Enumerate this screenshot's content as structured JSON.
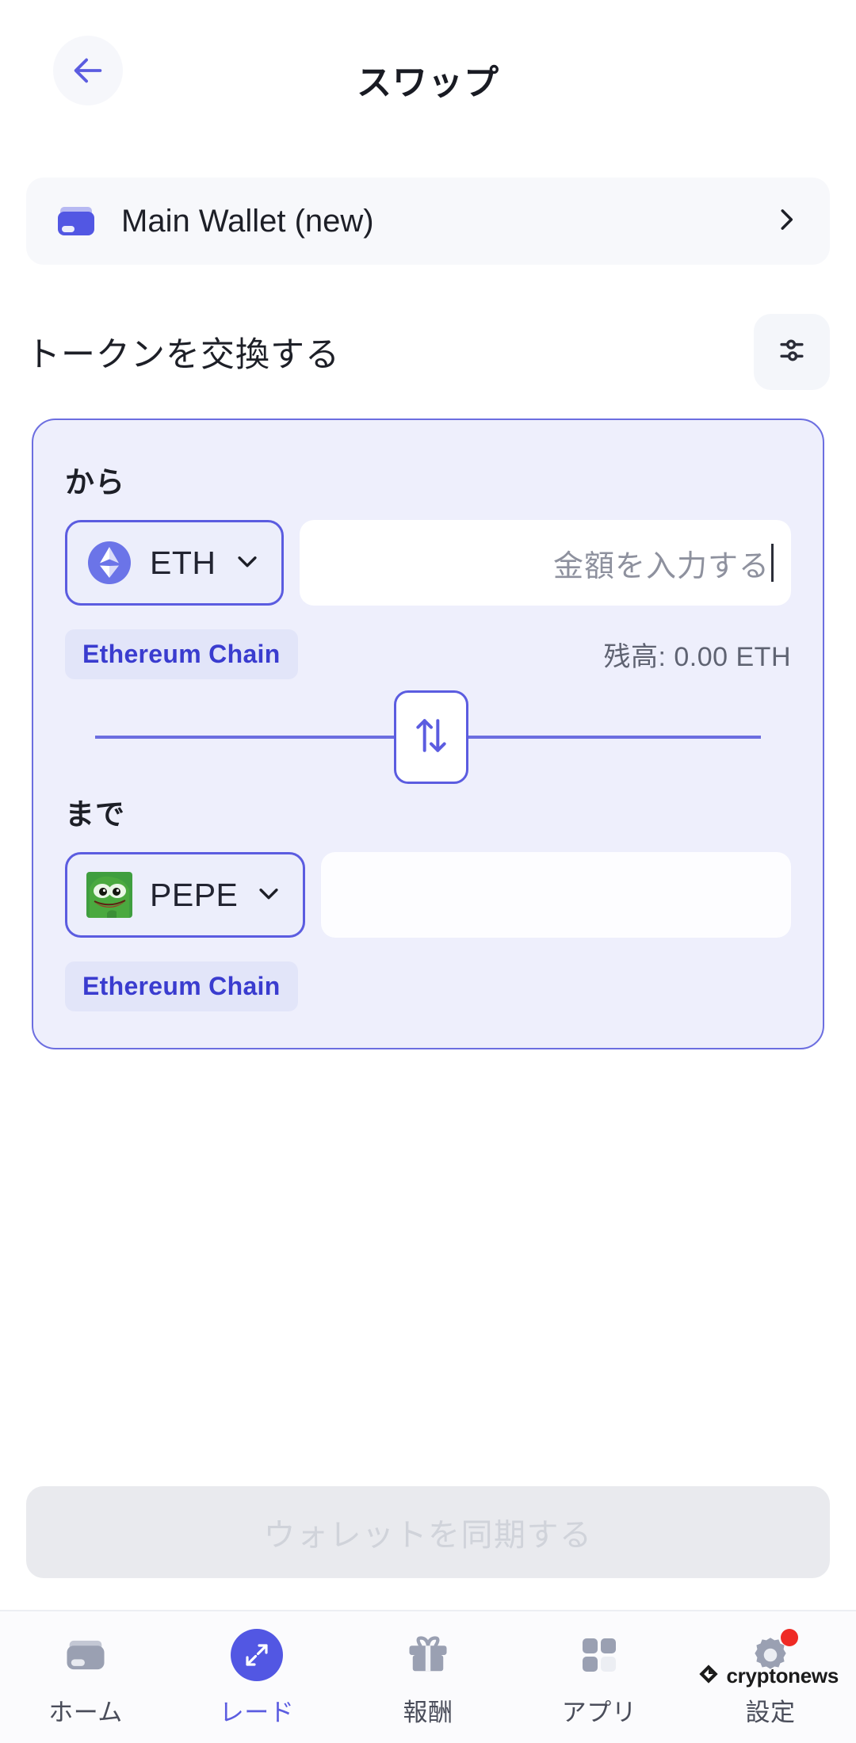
{
  "header": {
    "title": "スワップ",
    "back_icon": "arrow-left-icon"
  },
  "wallet": {
    "name": "Main Wallet (new)",
    "icon": "wallet-icon",
    "chevron": "chevron-right-icon"
  },
  "section": {
    "title": "トークンを交換する",
    "settings_icon": "sliders-settings-icon"
  },
  "swap": {
    "from": {
      "label": "から",
      "token_symbol": "ETH",
      "token_logo": "ethereum-logo-icon",
      "chevron": "chevron-down-icon",
      "amount_value": "",
      "amount_placeholder": "金額を入力する",
      "chain": "Ethereum Chain",
      "balance": "残高: 0.00 ETH"
    },
    "toggle_icon": "swap-vertical-arrows-icon",
    "to": {
      "label": "まで",
      "token_symbol": "PEPE",
      "token_logo": "pepe-logo-icon",
      "chevron": "chevron-down-icon",
      "amount_value": "",
      "amount_placeholder": "",
      "chain": "Ethereum Chain"
    }
  },
  "cta": {
    "label": "ウォレットを同期する",
    "disabled": true
  },
  "bottom_nav": {
    "items": [
      {
        "label": "ホーム",
        "icon": "wallet-icon",
        "active": false
      },
      {
        "label": "レード",
        "icon": "expand-arrows-icon",
        "active": true
      },
      {
        "label": "報酬",
        "icon": "gift-icon",
        "active": false
      },
      {
        "label": "アプリ",
        "icon": "grid-apps-icon",
        "active": false
      },
      {
        "label": "設定",
        "icon": "gear-icon",
        "active": false,
        "badge": true
      }
    ]
  },
  "watermark": {
    "text": "cryptonews",
    "icon": "cryptonews-logo-icon"
  },
  "colors": {
    "accent": "#5b5ce0",
    "accent_soft": "#eeeffc",
    "chain_badge_bg": "#e2e5f9",
    "chain_badge_text": "#3a3ccf",
    "muted_text": "#5f6372",
    "disabled_bg": "#e9eaee",
    "disabled_text": "#d0d3da",
    "notification": "#ef2a25"
  }
}
